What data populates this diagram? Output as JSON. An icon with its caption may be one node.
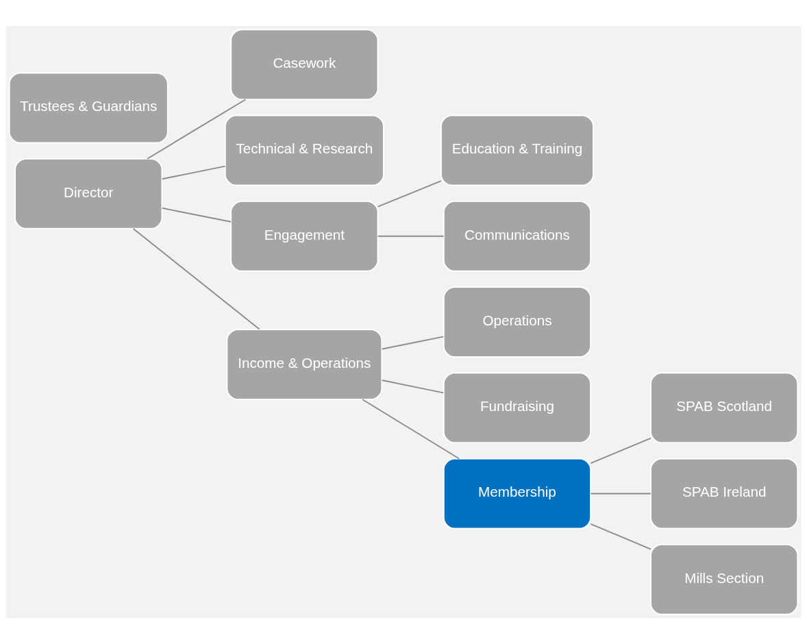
{
  "diagram": {
    "nodes": [
      {
        "text": [
          "Trustees & Guardians"
        ]
      },
      {
        "text": [
          "Director"
        ]
      },
      {
        "text": [
          "Casework"
        ]
      },
      {
        "text": [
          "Technical & Research"
        ]
      },
      {
        "text": [
          "Engagement"
        ]
      },
      {
        "text": [
          "Education & Training"
        ]
      },
      {
        "text": [
          "Communications"
        ]
      },
      {
        "text": [
          "Operations"
        ]
      },
      {
        "text": [
          "Income & Operations"
        ]
      },
      {
        "text": [
          "Fundraising"
        ]
      },
      {
        "text": [
          "Membership"
        ]
      },
      {
        "text": [
          "SPAB Scotland"
        ]
      },
      {
        "text": [
          "SPAB Ireland"
        ]
      },
      {
        "text": [
          "Mills Section"
        ]
      }
    ],
    "edges": [
      {
        "from": 1,
        "to": 2,
        "arrow": "none"
      },
      {
        "from": 1,
        "to": 3,
        "arrow": "none"
      },
      {
        "from": 1,
        "to": 4,
        "arrow": "none"
      },
      {
        "from": 1,
        "to": 8,
        "arrow": "none"
      },
      {
        "from": 4,
        "to": 5,
        "arrow": "none"
      },
      {
        "from": 4,
        "to": 6,
        "arrow": "none"
      },
      {
        "from": 8,
        "to": 7,
        "arrow": "none"
      },
      {
        "from": 8,
        "to": 9,
        "arrow": "none"
      },
      {
        "from": 8,
        "to": 10,
        "arrow": "none"
      },
      {
        "from": 10,
        "to": 11,
        "arrow": "none"
      },
      {
        "from": 10,
        "to": 12,
        "arrow": "none"
      },
      {
        "from": 10,
        "to": 13,
        "arrow": "none"
      }
    ]
  }
}
